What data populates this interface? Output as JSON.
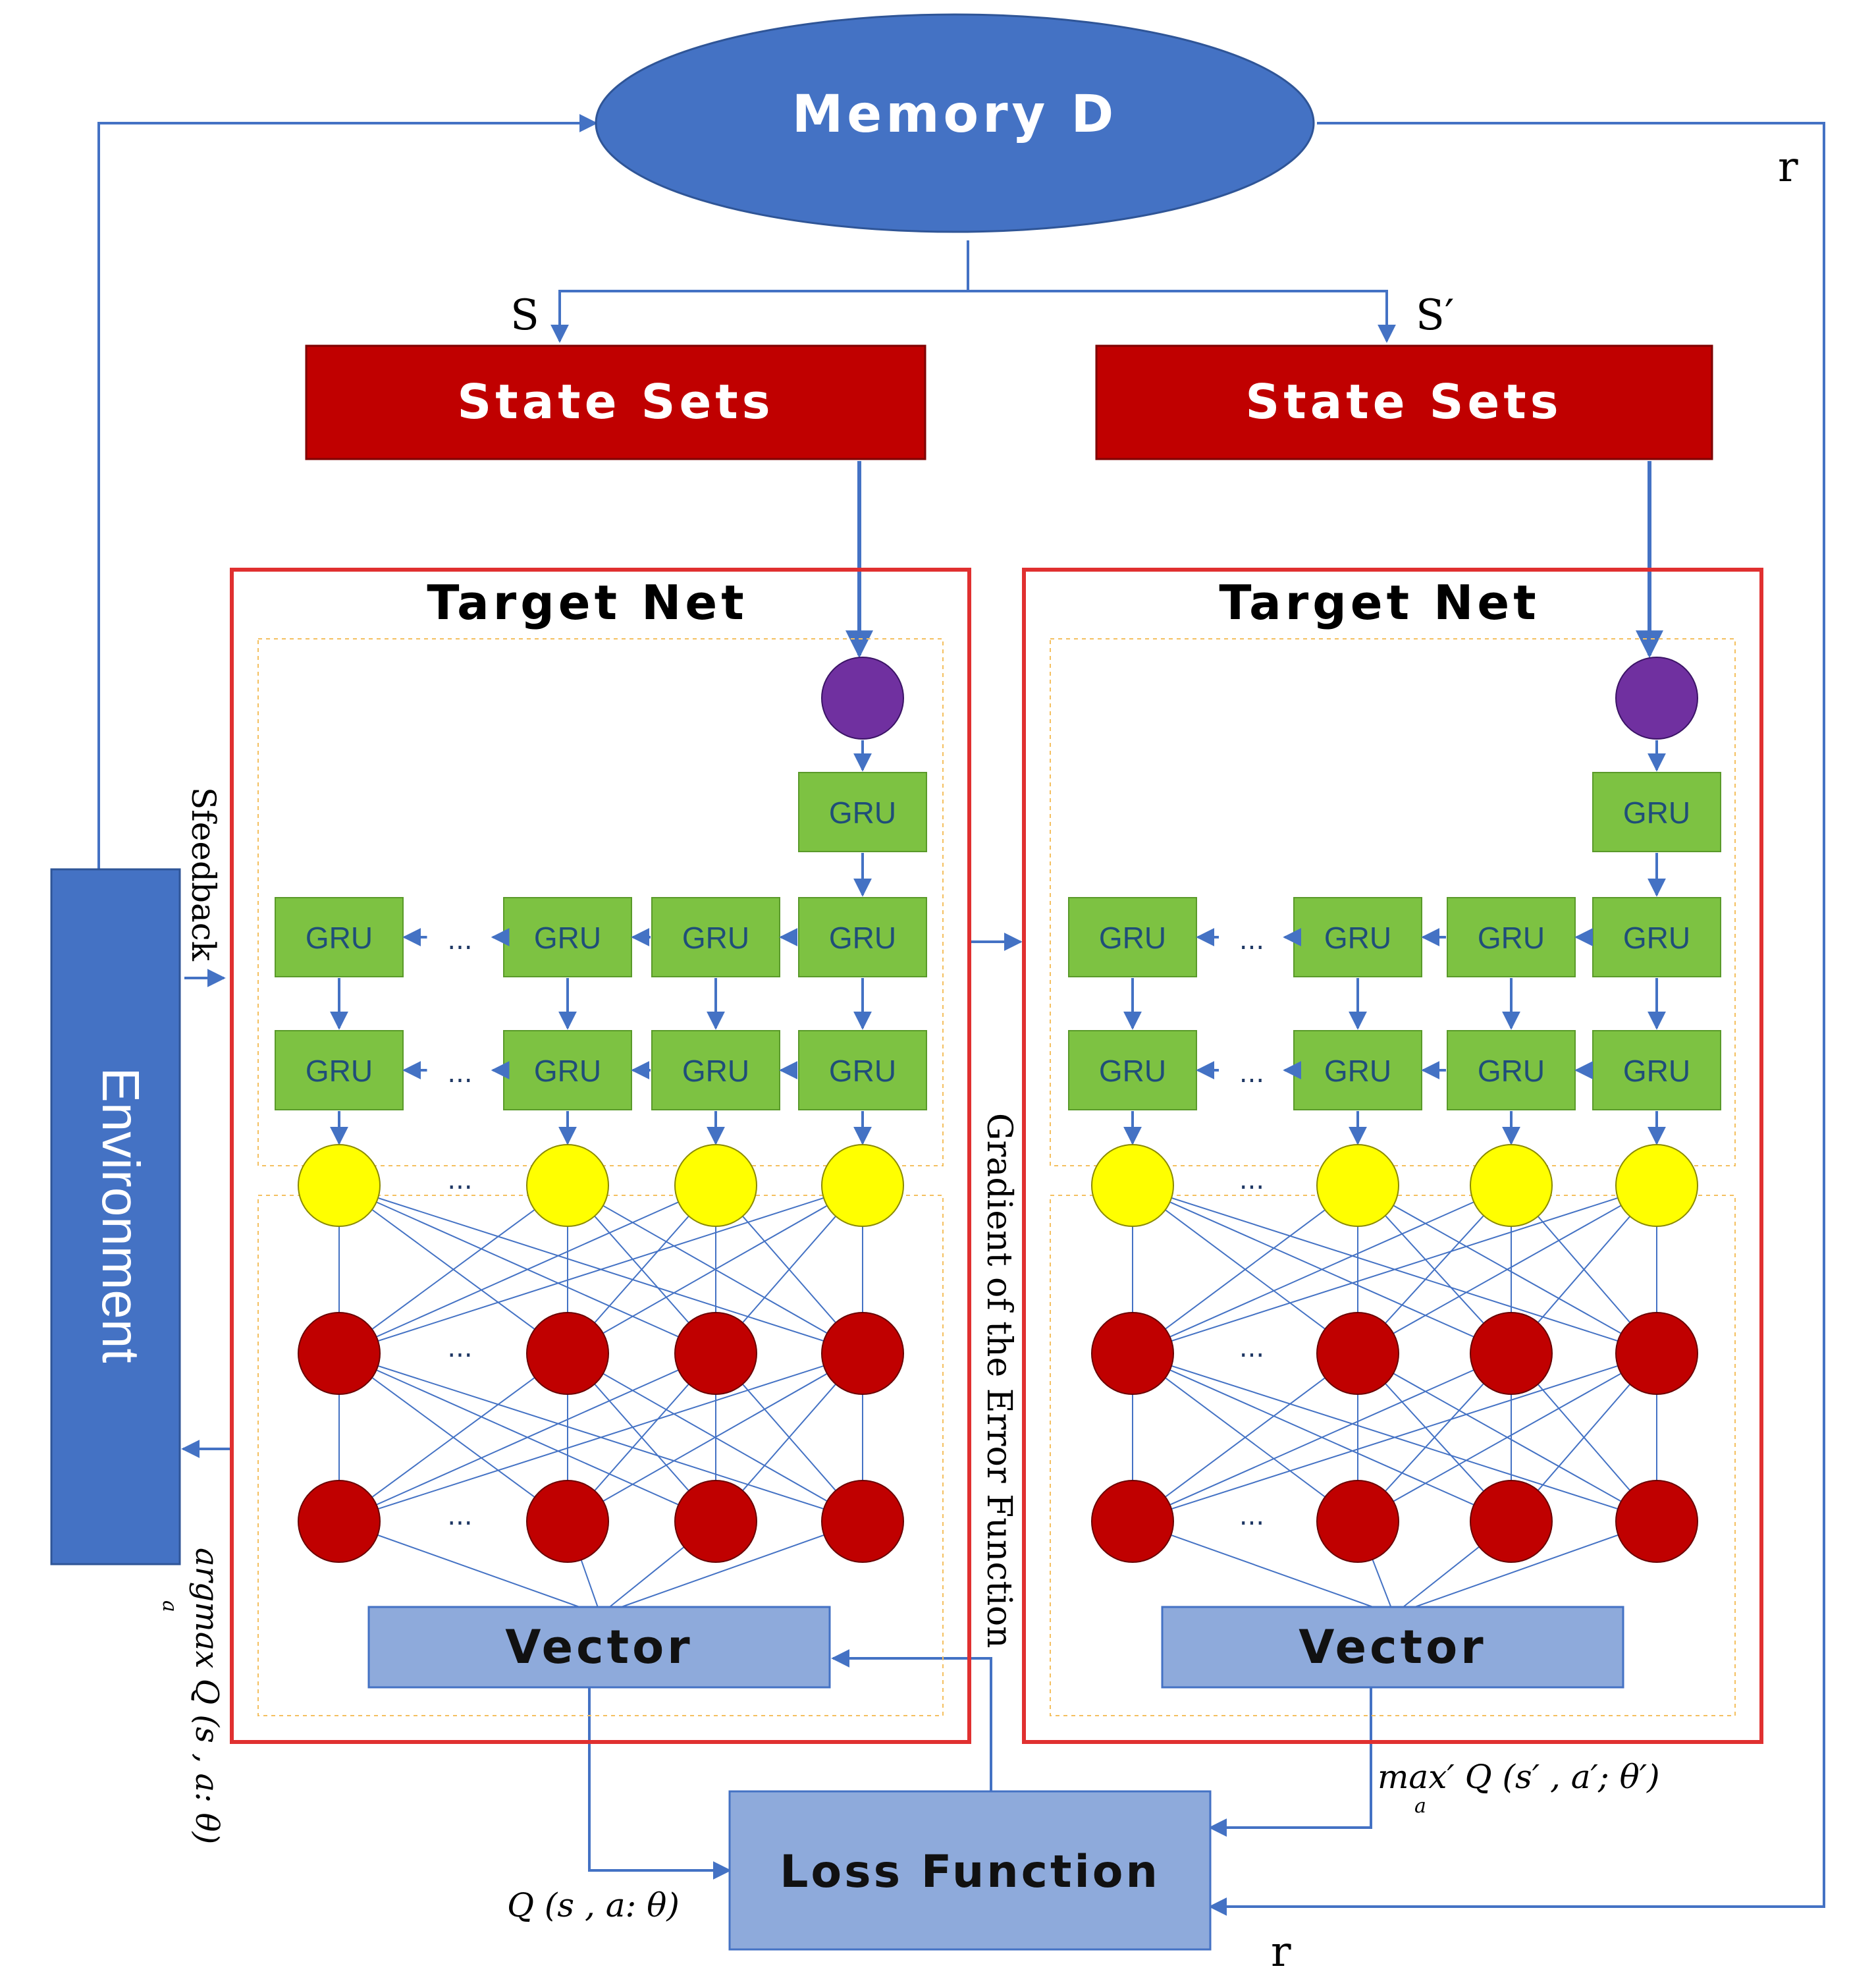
{
  "memory": {
    "label": "Memory D"
  },
  "state_left": {
    "label": "State Sets",
    "input_label": "S"
  },
  "state_right": {
    "label": "State Sets",
    "input_label": "S′"
  },
  "net_left": {
    "title": "Target Net",
    "output_label": "Vector"
  },
  "net_right": {
    "title": "Target Net",
    "output_label": "Vector"
  },
  "gru_label": "GRU",
  "ellipsis": "...",
  "environment": {
    "label": "Environment"
  },
  "feedback_label": "Sfeedback",
  "action_label": "argmax Q (s , a: θ)",
  "action_sub": "a",
  "gradient_label": "Gradient of the Error Function",
  "loss": {
    "label": "Loss Function"
  },
  "q_label": "Q (s , a: θ)",
  "max_q_label": "max′ Q (s′ , a′; θ′)",
  "max_q_sub": "a",
  "reward_label_top": "r",
  "reward_label_bottom": "r",
  "colors": {
    "memory": "#4472c4",
    "state_sets": "#c00000",
    "net_border": "#e03030",
    "gru": "#7dc242",
    "gru_text": "#1f4e79",
    "input_node": "#7030a0",
    "yellow_node": "#ffff00",
    "red_node": "#c00000",
    "environment": "#4472c4",
    "vector": "#8eaadb",
    "loss": "#8eaadb",
    "arrow": "#4472c4"
  }
}
